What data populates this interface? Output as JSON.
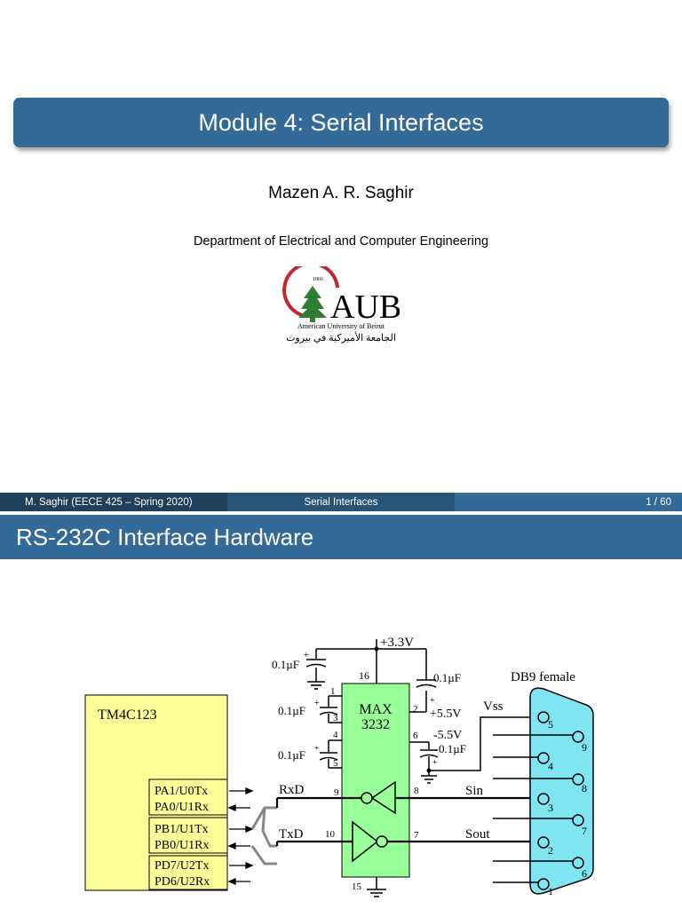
{
  "slide1": {
    "title": "Module 4: Serial Interfaces",
    "author": "Mazen A. R. Saghir",
    "department": "Department of Electrical and Computer Engineering",
    "logo": {
      "year": "1866",
      "name": "AUB",
      "caption": "American University of Beirut",
      "arabic": "الجامعة الأميركية في بيروت"
    },
    "footer": {
      "left": "M. Saghir  (EECE 425 – Spring 2020)",
      "center": "Serial Interfaces",
      "right": "1 / 60"
    }
  },
  "slide2": {
    "title": "RS-232C Interface Hardware",
    "diagram": {
      "mcu_label": "TM4C123",
      "pins": [
        "PA1/U0Tx",
        "PA0/U1Rx",
        "PB1/U1Tx",
        "PB0/U1Rx",
        "PD7/U2Tx",
        "PD6/U2Rx"
      ],
      "chip_label_1": "MAX",
      "chip_label_2": "3232",
      "supply": "+3.3V",
      "cap": "0.1µF",
      "pin_numbers": [
        "16",
        "1",
        "3",
        "4",
        "5",
        "2",
        "6",
        "9",
        "8",
        "10",
        "7",
        "15"
      ],
      "plus_5v": "+5.5V",
      "minus_5v": "-5.5V",
      "rxd": "RxD",
      "txd": "TxD",
      "vss": "Vss",
      "sin": "Sin",
      "sout": "Sout",
      "db9": "DB9 female",
      "db9_pins": [
        "5",
        "9",
        "4",
        "8",
        "3",
        "7",
        "2",
        "6",
        "1"
      ],
      "plus": "+"
    }
  },
  "colors": {
    "beamer_blue": "#336a97",
    "chip_green": "#99ff99",
    "mcu_yellow": "#ffff99",
    "db9_cyan": "#7fe5f0",
    "aub_red": "#c0282d",
    "aub_green": "#2e7d32"
  }
}
